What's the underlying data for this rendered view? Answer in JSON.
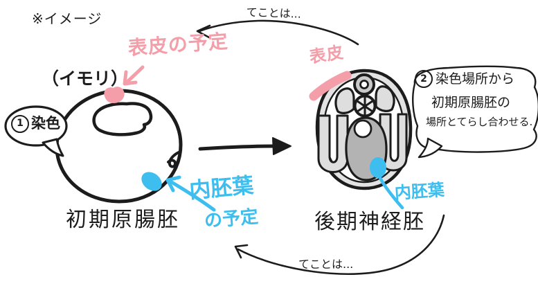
{
  "title_note": "※イメージ",
  "species_label": "（イモリ）",
  "arrows": {
    "top_label": "てことは...",
    "bottom_label": "てことは..."
  },
  "left_figure": {
    "stage_label": "初期原腸胚",
    "epidermis_label": "表皮の予定",
    "endoderm_label_line1": "内胚葉",
    "endoderm_label_line2": "の予定",
    "bubble_step": "1",
    "bubble_text": "染色"
  },
  "right_figure": {
    "stage_label": "後期神経胚",
    "epidermis_label": "表皮",
    "endoderm_label": "内胚葉",
    "bubble_step": "2",
    "bubble_lines": [
      "染色場所から",
      "初期原腸胚の",
      "場所とてらし合わせる."
    ]
  },
  "colors": {
    "pink": "#F49EA9",
    "blue": "#3DBEEF",
    "ink": "#1C1C1C",
    "gray_band": "#E2E2E2",
    "gray_organ": "#DEDEDE",
    "gray_gut": "#B3B3B3",
    "gray_ring": "#C9C9C9"
  }
}
